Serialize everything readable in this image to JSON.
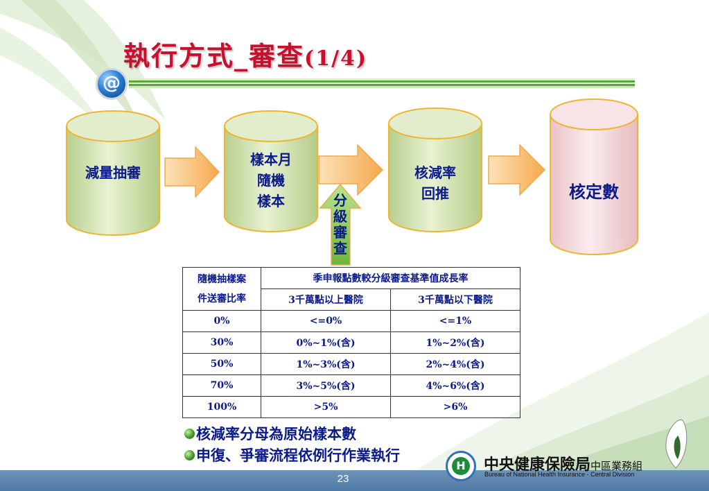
{
  "title": {
    "main": "執行方式_審查",
    "sub": "(1/4)"
  },
  "icon": "at-sign-icon",
  "flow": {
    "step1": "減量抽審",
    "step2": [
      "樣本月",
      "隨機",
      "樣本"
    ],
    "step3": [
      "核減率",
      "回推"
    ],
    "step4": "核定數",
    "grade_label": [
      "分",
      "級",
      "審",
      "查"
    ]
  },
  "table": {
    "header_left": [
      "隨機抽樣案",
      "件送審比率"
    ],
    "header_top": "季申報點數較分級審查基準值成長率",
    "sub_headers": [
      "3千萬點以上醫院",
      "3千萬點以下醫院"
    ],
    "rows": [
      [
        "0%",
        "<=0%",
        "<=1%"
      ],
      [
        "30%",
        "0%~1%(含)",
        "1%~2%(含)"
      ],
      [
        "50%",
        "1%~3%(含)",
        "2%~4%(含)"
      ],
      [
        "70%",
        "3%~5%(含)",
        "4%~6%(含)"
      ],
      [
        "100%",
        ">5%",
        ">6%"
      ]
    ]
  },
  "bullets": [
    "核減率分母為原始樣本數",
    "申復、爭審流程依例行作業執行"
  ],
  "page_number": "23",
  "org": {
    "name": "中央健康保險局",
    "division": "中區業務組",
    "english": "Bureau of National Health Insurance - Central Division"
  },
  "colors": {
    "title": "#c8102e",
    "text": "#0a1a8c",
    "cylinder_green": "#d9e8b8",
    "cylinder_pink": "#f5dde0",
    "arrow_orange": "#f9b96a",
    "grade_arrow_green": "#8fcf5a"
  }
}
